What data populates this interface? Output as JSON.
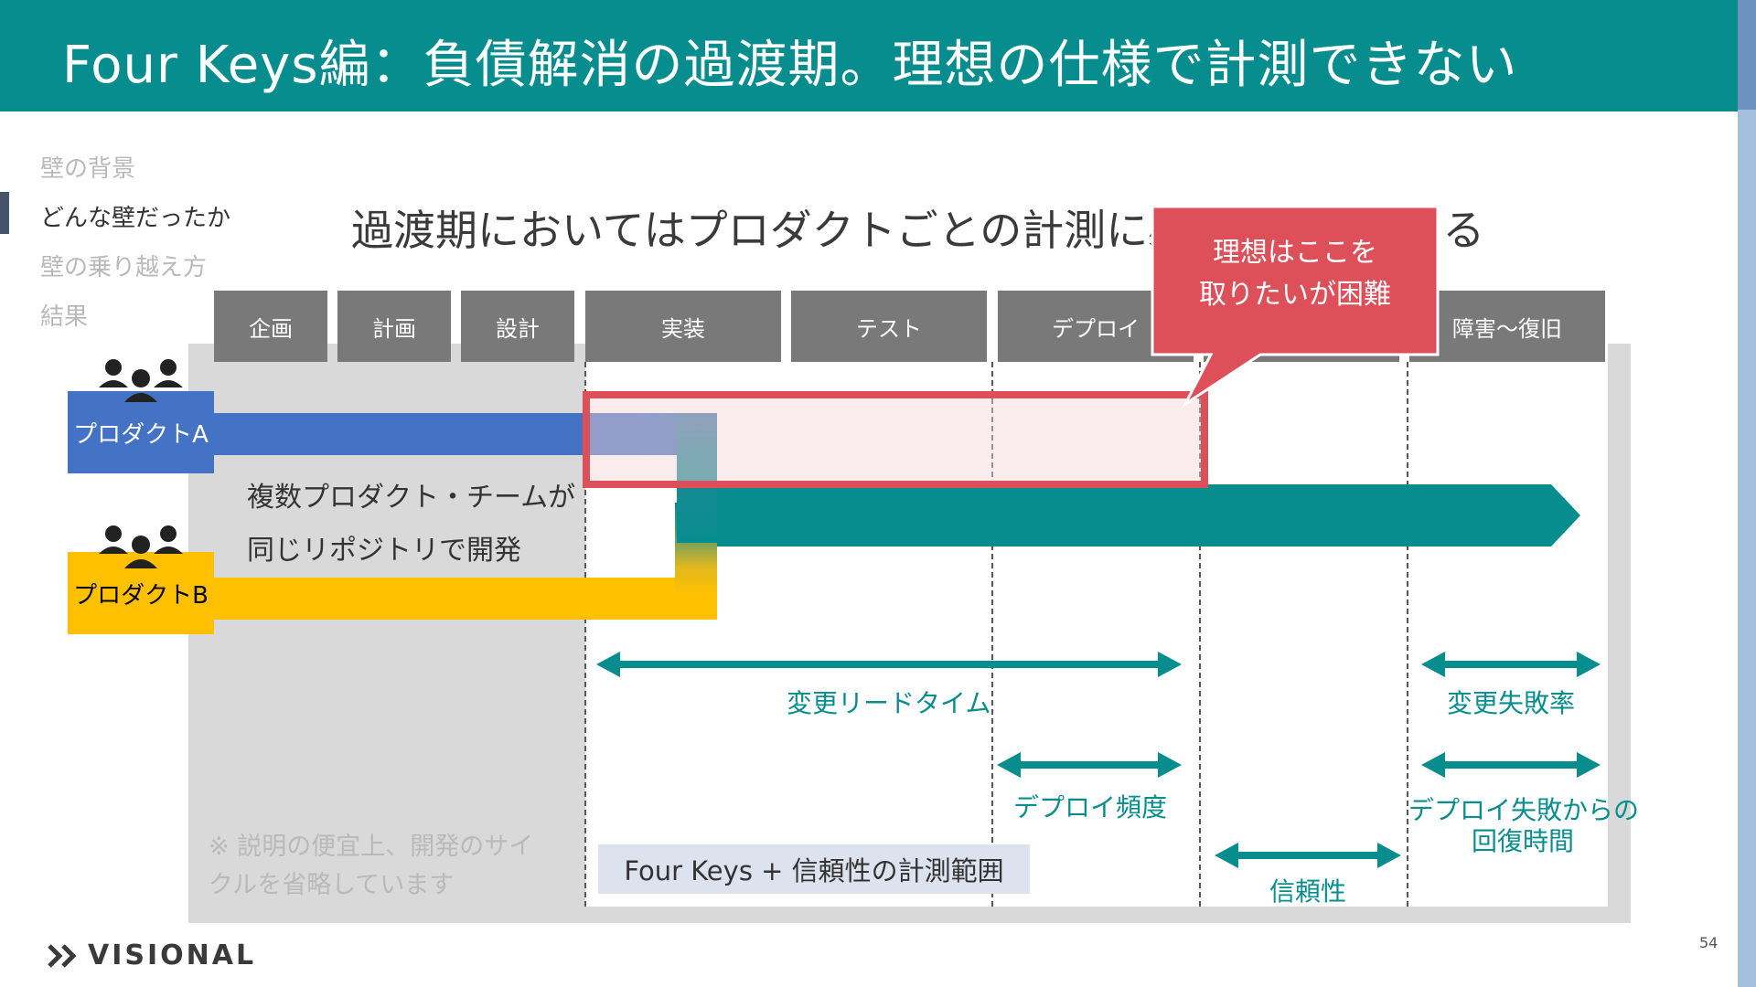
{
  "header": {
    "title": "Four Keys編：負債解消の過渡期。理想の仕様で計測できない"
  },
  "nav": {
    "items": [
      {
        "label": "壁の背景",
        "active": false
      },
      {
        "label": "どんな壁だったか",
        "active": true
      },
      {
        "label": "壁の乗り越え方",
        "active": false
      },
      {
        "label": "結果",
        "active": false
      }
    ]
  },
  "subtitle": "過渡期においてはプロダクトごとの計測に必要な情報がある",
  "phases": [
    "企画",
    "計画",
    "設計",
    "実装",
    "テスト",
    "デプロイ",
    "",
    "障害〜復旧"
  ],
  "products": {
    "a": "プロダクトA",
    "b": "プロダクトB"
  },
  "description": {
    "line1": "複数プロダクト・チームが",
    "line2": "同じリポジトリで開発"
  },
  "callout": {
    "line1": "理想はここを",
    "line2": "取りたいが困難"
  },
  "metrics": {
    "lead_time": "変更リードタイム",
    "failure_rate": "変更失敗率",
    "deploy_frequency": "デプロイ頻度",
    "recovery_line1": "デプロイ失敗からの",
    "recovery_line2": "回復時間",
    "reliability": "信頼性"
  },
  "note": {
    "line1": "※ 説明の便宜上、開発のサイ",
    "line2": "クルを省略しています"
  },
  "range_label": "Four Keys + 信頼性の計測範囲",
  "logo": "VISIONAL",
  "page_number": "54",
  "colors": {
    "teal": "#078d8e",
    "blue": "#4472c4",
    "yellow": "#ffc000",
    "red": "#dd5059",
    "gray": "#797979"
  }
}
